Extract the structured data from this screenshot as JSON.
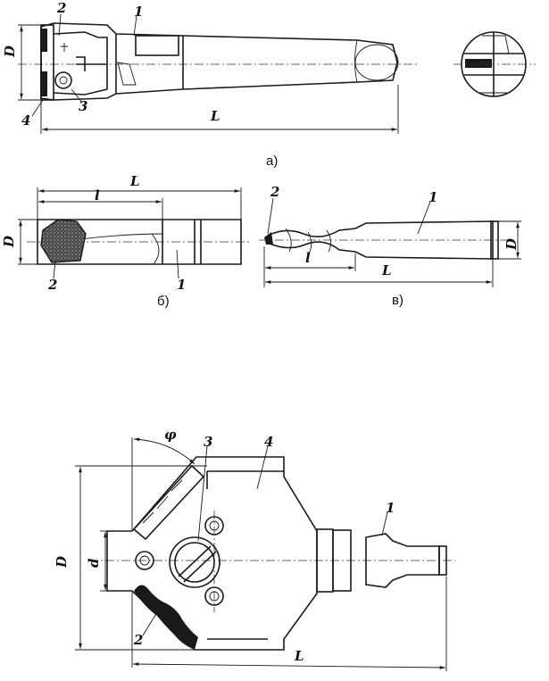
{
  "figure_a": {
    "caption": "а)",
    "callouts": [
      "1",
      "2",
      "3",
      "4"
    ],
    "dims": {
      "D": "D",
      "L": "L"
    }
  },
  "figure_b": {
    "caption": "б)",
    "callouts": [
      "1",
      "2"
    ],
    "dims": {
      "D": "D",
      "L": "L",
      "l": "l"
    }
  },
  "figure_v": {
    "caption": "в)",
    "callouts": [
      "1",
      "2"
    ],
    "dims": {
      "D": "D",
      "L": "L",
      "l": "l"
    }
  },
  "figure_main": {
    "callouts": [
      "1",
      "2",
      "3",
      "4"
    ],
    "dims": {
      "D": "D",
      "d": "d",
      "L": "L",
      "phi": "φ"
    }
  }
}
